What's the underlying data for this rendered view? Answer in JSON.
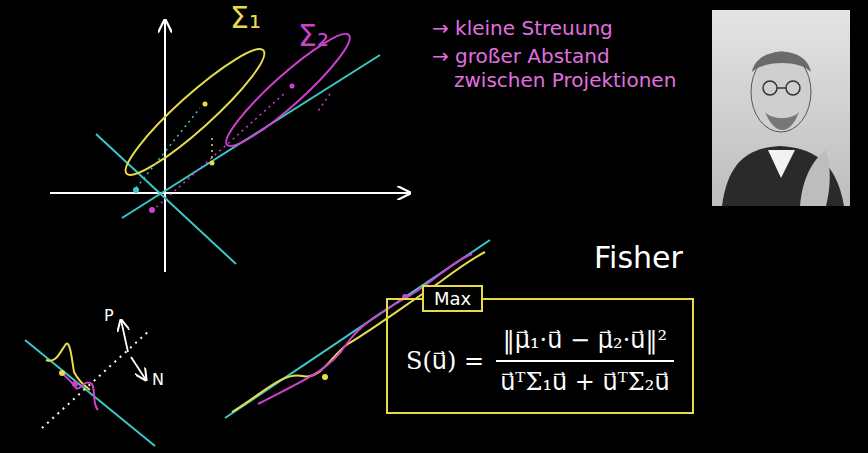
{
  "diagram": {
    "nodes": [
      {
        "text": [
          "Max",
          "S(u⃗) =",
          "‖μ⃗₁·u⃗ − μ⃗₂·u⃗‖²",
          "u⃗ᵀΣ₁u⃗ + u⃗ᵀΣ₂u⃗"
        ]
      }
    ],
    "labels": [
      "Σ₁",
      "Σ₂",
      "→ kleine Streuung",
      "→ großer Abstand zwischen Projektionen",
      "Fisher",
      "P",
      "N"
    ]
  }
}
